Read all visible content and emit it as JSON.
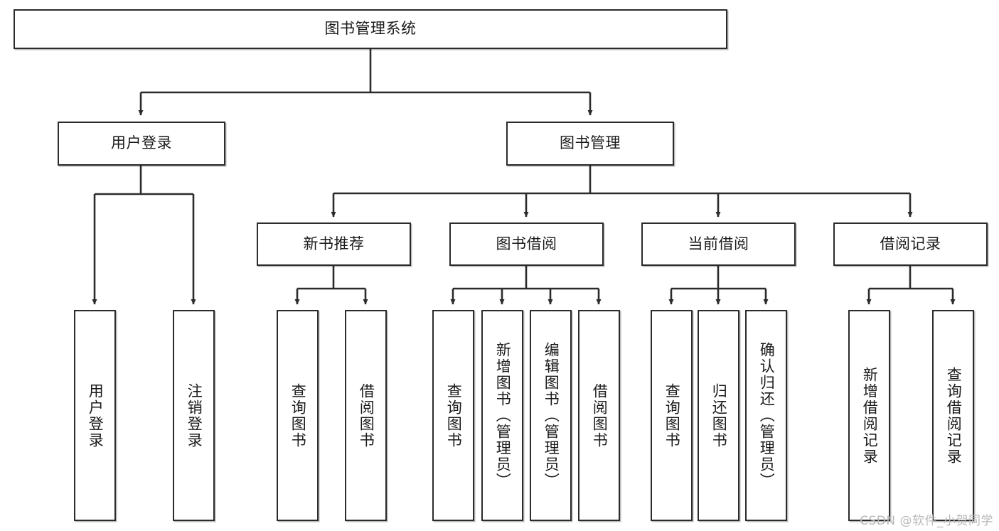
{
  "diagram": {
    "type": "tree-hierarchy",
    "orientation": "top-down",
    "root": {
      "label": "图书管理系统"
    },
    "level1": [
      {
        "label": "用户登录"
      },
      {
        "label": "图书管理"
      }
    ],
    "level2": [
      {
        "label": "新书推荐"
      },
      {
        "label": "图书借阅"
      },
      {
        "label": "当前借阅"
      },
      {
        "label": "借阅记录"
      }
    ],
    "leaves_user_login": [
      {
        "label": "用户登录"
      },
      {
        "label": "注销登录"
      }
    ],
    "leaves_new_book": [
      {
        "label": "查询图书"
      },
      {
        "label": "借阅图书"
      }
    ],
    "leaves_book_borrow": [
      {
        "label": "查询图书"
      },
      {
        "label": "新增图书（管理员）"
      },
      {
        "label": "编辑图书（管理员）"
      },
      {
        "label": "借阅图书"
      }
    ],
    "leaves_current_borrow": [
      {
        "label": "查询图书"
      },
      {
        "label": "归还图书"
      },
      {
        "label": "确认归还（管理员）"
      }
    ],
    "leaves_borrow_record": [
      {
        "label": "新增借阅记录"
      },
      {
        "label": "查询借阅记录"
      }
    ]
  },
  "watermark": {
    "text": "CSDN @软件_小贺同学"
  },
  "colors": {
    "box_border": "#2b2b2b",
    "box_fill": "#ffffff",
    "line": "#2b2b2b",
    "text": "#1a1a1a",
    "watermark": "#b9b9b9",
    "background": "#ffffff"
  }
}
